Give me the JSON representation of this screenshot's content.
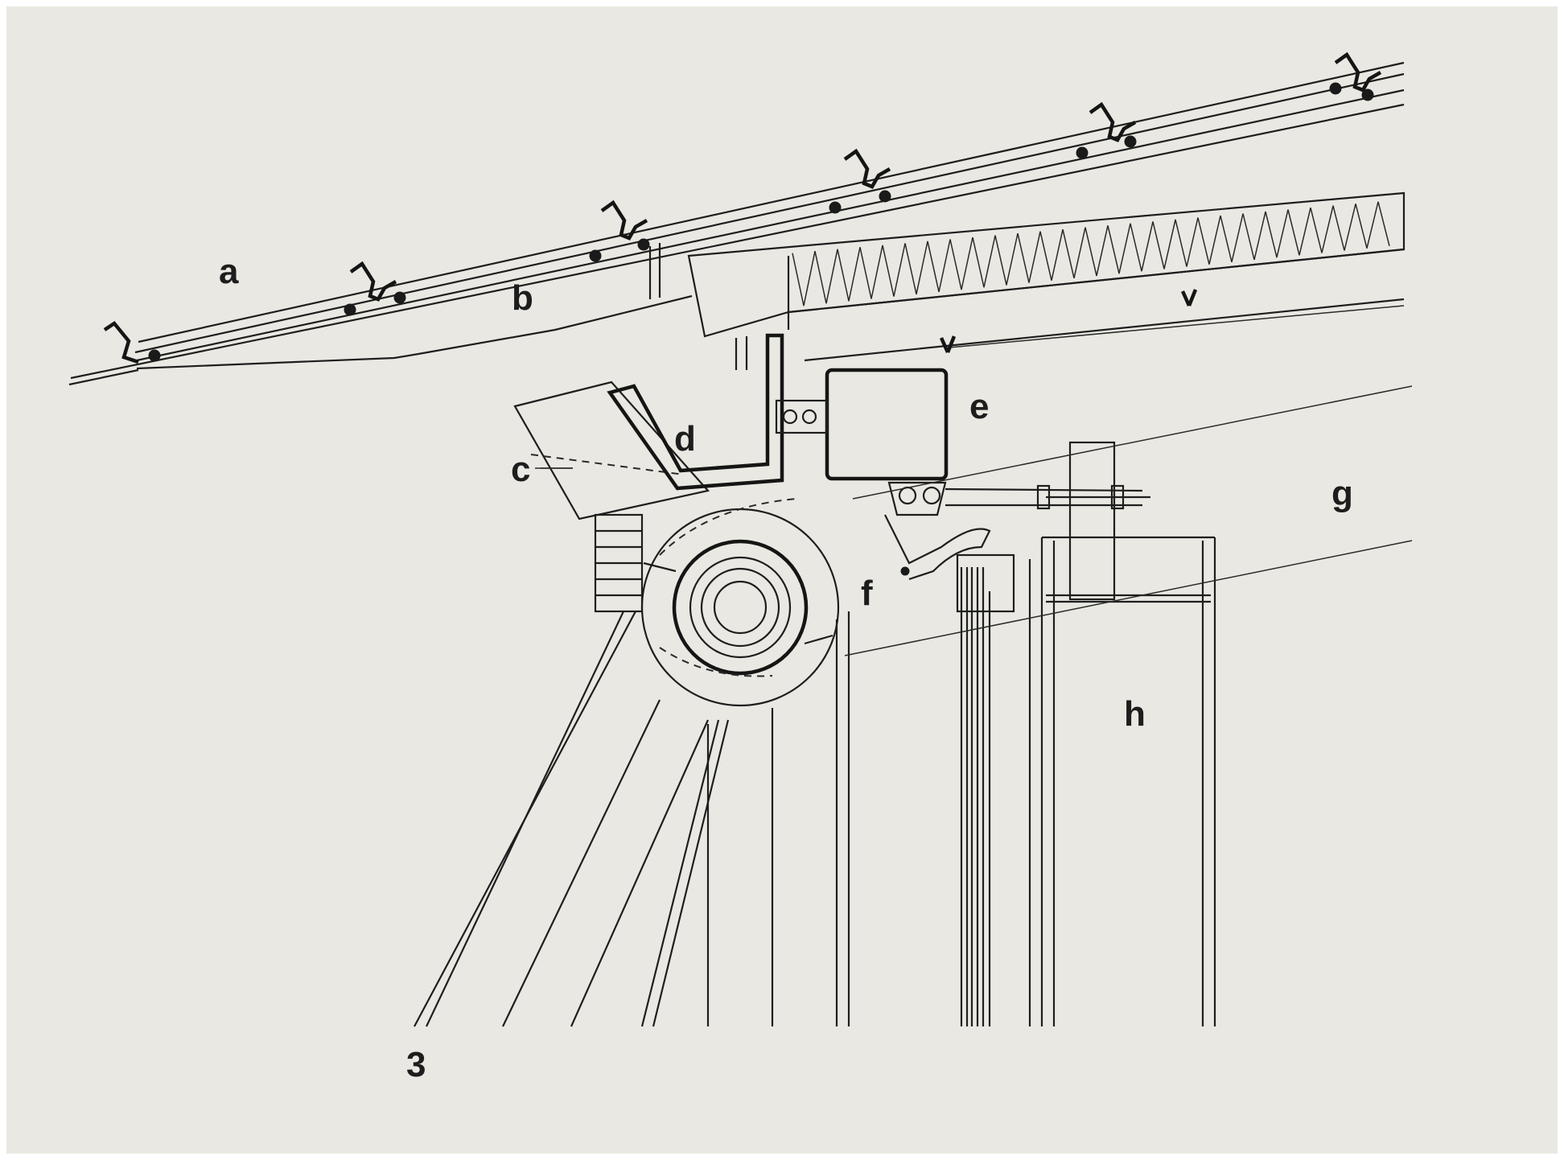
{
  "labels": {
    "a": "a",
    "b": "b",
    "c": "c",
    "d": "d",
    "e": "e",
    "f": "f",
    "g": "g",
    "h": "h",
    "n3": "3"
  },
  "colors": {
    "paper": "#e9e8e2",
    "ink": "#1e1e1e",
    "frame": "#ffffff"
  }
}
